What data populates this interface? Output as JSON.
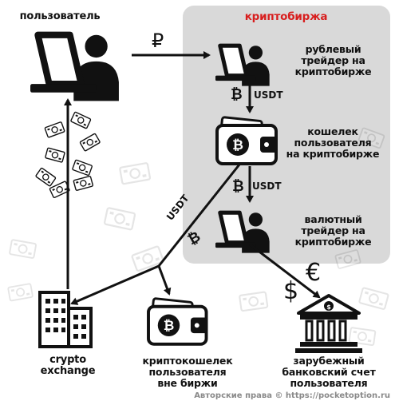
{
  "nodes": {
    "user": "пользователь",
    "exchange": "криптобиржа",
    "rub_trader": "рублевый\nтрейдер на\nкриптобирже",
    "exchange_wallet": "кошелек\nпользователя\nна криптобирже",
    "fx_trader": "валютный\nтрейдер на\nкриптобирже",
    "crypto_exchange": "crypto\nexchange",
    "offexchange_wallet": "криптокошелек\nпользователя\nвне биржи",
    "foreign_bank": "зарубежный\nбанковский счет\nпользователя"
  },
  "edges": {
    "rub": "₽",
    "usdt": "USDT",
    "bitcoin": "₿",
    "dollar": "$",
    "euro": "€"
  },
  "copyright": "Авторские права © https://pocketoption.ru",
  "colors": {
    "panel": "#d9d9d9",
    "title": "#d81e1e",
    "ink": "#111111"
  }
}
